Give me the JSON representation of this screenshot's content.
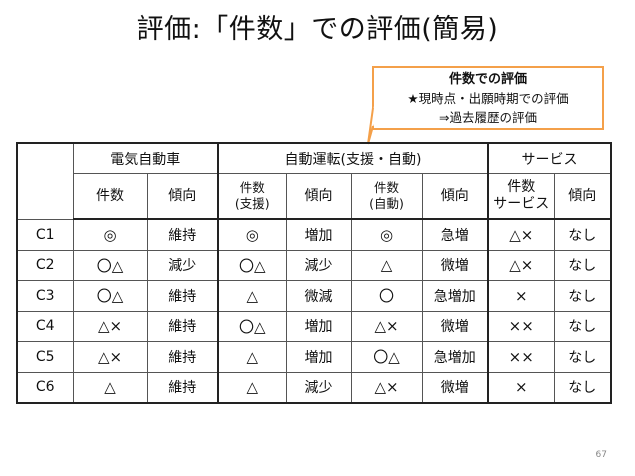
{
  "title": "評価:「件数」での評価(簡易)",
  "callout": {
    "line1": "件数での評価",
    "line2": "★現時点・出願時期での評価",
    "line3": "⇒過去履歴の評価",
    "border_color": "#f4a04a"
  },
  "table": {
    "groups": [
      "電気自動車",
      "自動運転(支援・自動)",
      "サービス"
    ],
    "subheaders": {
      "ev_count": "件数",
      "ev_trend": "傾向",
      "ad_count_support_1": "件数",
      "ad_count_support_2": "(支援)",
      "ad_trend_support": "傾向",
      "ad_count_auto_1": "件数",
      "ad_count_auto_2": "(自動)",
      "ad_trend_auto": "傾向",
      "svc_count_1": "件数",
      "svc_count_2": "サービス",
      "svc_trend": "傾向"
    },
    "rows": [
      {
        "label": "C1",
        "cells": [
          "◎",
          "維持",
          "◎",
          "増加",
          "◎",
          "急増",
          "△×",
          "なし"
        ]
      },
      {
        "label": "C2",
        "cells": [
          "〇△",
          "減少",
          "〇△",
          "減少",
          "△",
          "微増",
          "△×",
          "なし"
        ]
      },
      {
        "label": "C3",
        "cells": [
          "〇△",
          "維持",
          "△",
          "微減",
          "〇",
          "急増加",
          "×",
          "なし"
        ]
      },
      {
        "label": "C4",
        "cells": [
          "△×",
          "維持",
          "〇△",
          "増加",
          "△×",
          "微増",
          "××",
          "なし"
        ]
      },
      {
        "label": "C5",
        "cells": [
          "△×",
          "維持",
          "△",
          "増加",
          "〇△",
          "急増加",
          "××",
          "なし"
        ]
      },
      {
        "label": "C6",
        "cells": [
          "△",
          "維持",
          "△",
          "減少",
          "△×",
          "微増",
          "×",
          "なし"
        ]
      }
    ]
  },
  "page_number": "67"
}
